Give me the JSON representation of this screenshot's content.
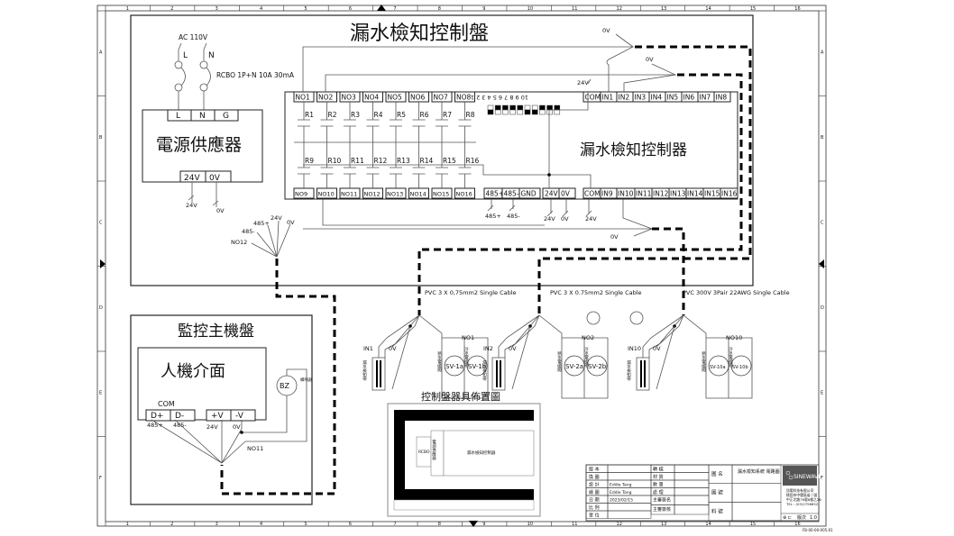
{
  "drawing": {
    "main_panel_title": "漏水檢知控制盤",
    "controller_title": "漏水檢知控制器",
    "power_supply_title": "電源供應器",
    "monitor_panel_title": "監控主機盤",
    "hmi_title": "人機介面",
    "layout_title": "控制盤器具佈置圖",
    "ac_label": "AC 110V",
    "breaker_label": "RCBO 1P+N 10A 30mA",
    "breaker_L": "L",
    "breaker_N": "N",
    "psu_inputs": [
      "L",
      "N",
      "G"
    ],
    "psu_outputs": [
      "24V",
      "0V"
    ],
    "psu_out_wires": [
      "24V",
      "0V"
    ],
    "relay_top_terminals": [
      "NO1",
      "NO2",
      "NO3",
      "NO4",
      "NO5",
      "NO6",
      "NO7",
      "NO8"
    ],
    "relay_top_labels": [
      "R1",
      "R2",
      "R3",
      "R4",
      "R5",
      "R6",
      "R7",
      "R8"
    ],
    "relay_bottom_terminals": [
      "NO9",
      "NO10",
      "NO11",
      "NO12",
      "NO13",
      "NO14",
      "NO15",
      "NO16"
    ],
    "relay_bottom_labels": [
      "R9",
      "R10",
      "R11",
      "R12",
      "R13",
      "R14",
      "R15",
      "R16"
    ],
    "dip_numbers": "10 9 8 7 6 5 4 3 2 1",
    "dip_states": [
      0,
      1,
      1,
      1,
      1,
      0,
      0,
      1,
      1,
      1
    ],
    "input_top_terminals": [
      "COM",
      "IN1",
      "IN2",
      "IN3",
      "IN4",
      "IN5",
      "IN6",
      "IN7",
      "IN8"
    ],
    "input_bottom_terminals": [
      "COM",
      "IN9",
      "IN10",
      "IN11",
      "IN12",
      "IN13",
      "IN14",
      "IN15",
      "IN16"
    ],
    "comm_terminals": [
      "485+",
      "485-",
      "GND"
    ],
    "power_terminals": [
      "24V",
      "0V"
    ],
    "wire_labels": {
      "zero_v": "0V",
      "v24": "24V",
      "rs485p": "485+",
      "rs485n": "485-",
      "no12": "NO12",
      "no11": "NO11"
    },
    "cables": [
      "PVC  3 X 0,75mm2 Single Cable",
      "PVC  3 X 0.75mm2 Single Cable",
      "PVC 300V 3Pair 22AWG  Single Cable"
    ],
    "sensors": [
      {
        "input": "IN1",
        "ref": "0V",
        "relay": "NO1",
        "valve_a": "SV-1a",
        "valve_b": "SV-1b"
      },
      {
        "input": "IN2",
        "ref": "0V",
        "relay": "NO2",
        "valve_a": "SV-2a",
        "valve_b": "SV-2b"
      },
      {
        "input": "IN10",
        "ref": "0V",
        "relay": "NO10",
        "valve_a": "SV-10a",
        "valve_b": "SV-10b"
      }
    ],
    "sensor_strip_label": "漏水檢知帶",
    "hot_valve_label": "熱水電磁閥",
    "cold_valve_label": "冷水電磁閥",
    "hmi_com": "COM",
    "hmi_terminals": [
      "D+",
      "D-",
      "+V",
      "-V"
    ],
    "hmi_wire_labels": [
      "485+",
      "485-",
      "24V",
      "0V"
    ],
    "buzzer": "BZ",
    "buzzer_label": "蜂鳴器",
    "layout_rcbo": "RCBO",
    "layout_psu": "電源供應器",
    "layout_controller": "漏水檢知控制器"
  },
  "ruler": {
    "columns": [
      "1",
      "2",
      "3",
      "4",
      "5",
      "6",
      "7",
      "8",
      "9",
      "10",
      "11",
      "12",
      "13",
      "14",
      "15",
      "16"
    ],
    "rows": [
      "A",
      "B",
      "C",
      "D",
      "E",
      "F"
    ]
  },
  "title_block": {
    "left_labels": [
      "版 本",
      "換 圖",
      "設 計",
      "繪 圖",
      "日 期",
      "比 例",
      "單 位"
    ],
    "left_values": [
      "",
      "",
      "Eddie Tang",
      "Eddie Tang",
      "2023/02/15",
      "",
      ""
    ],
    "mid_labels": [
      "轉 檔",
      "材 質",
      "數 量",
      "處 理",
      "主審簽名",
      "主審簽核"
    ],
    "name_label": "圖 名",
    "name_value": "漏水檢知系統 電路圖",
    "number_label": "圖 號",
    "material_label": "料 號",
    "company_logo": "SINEWAVE",
    "company_lines": [
      "訊電科技有限公司",
      "桃園市中壢區省二號",
      "中正北路76號6樓之26",
      "TEL : (03)2756652"
    ],
    "sheet_label": "版次",
    "sheet_value": "1.0",
    "doc_code": "FB-00-00-005-01"
  }
}
